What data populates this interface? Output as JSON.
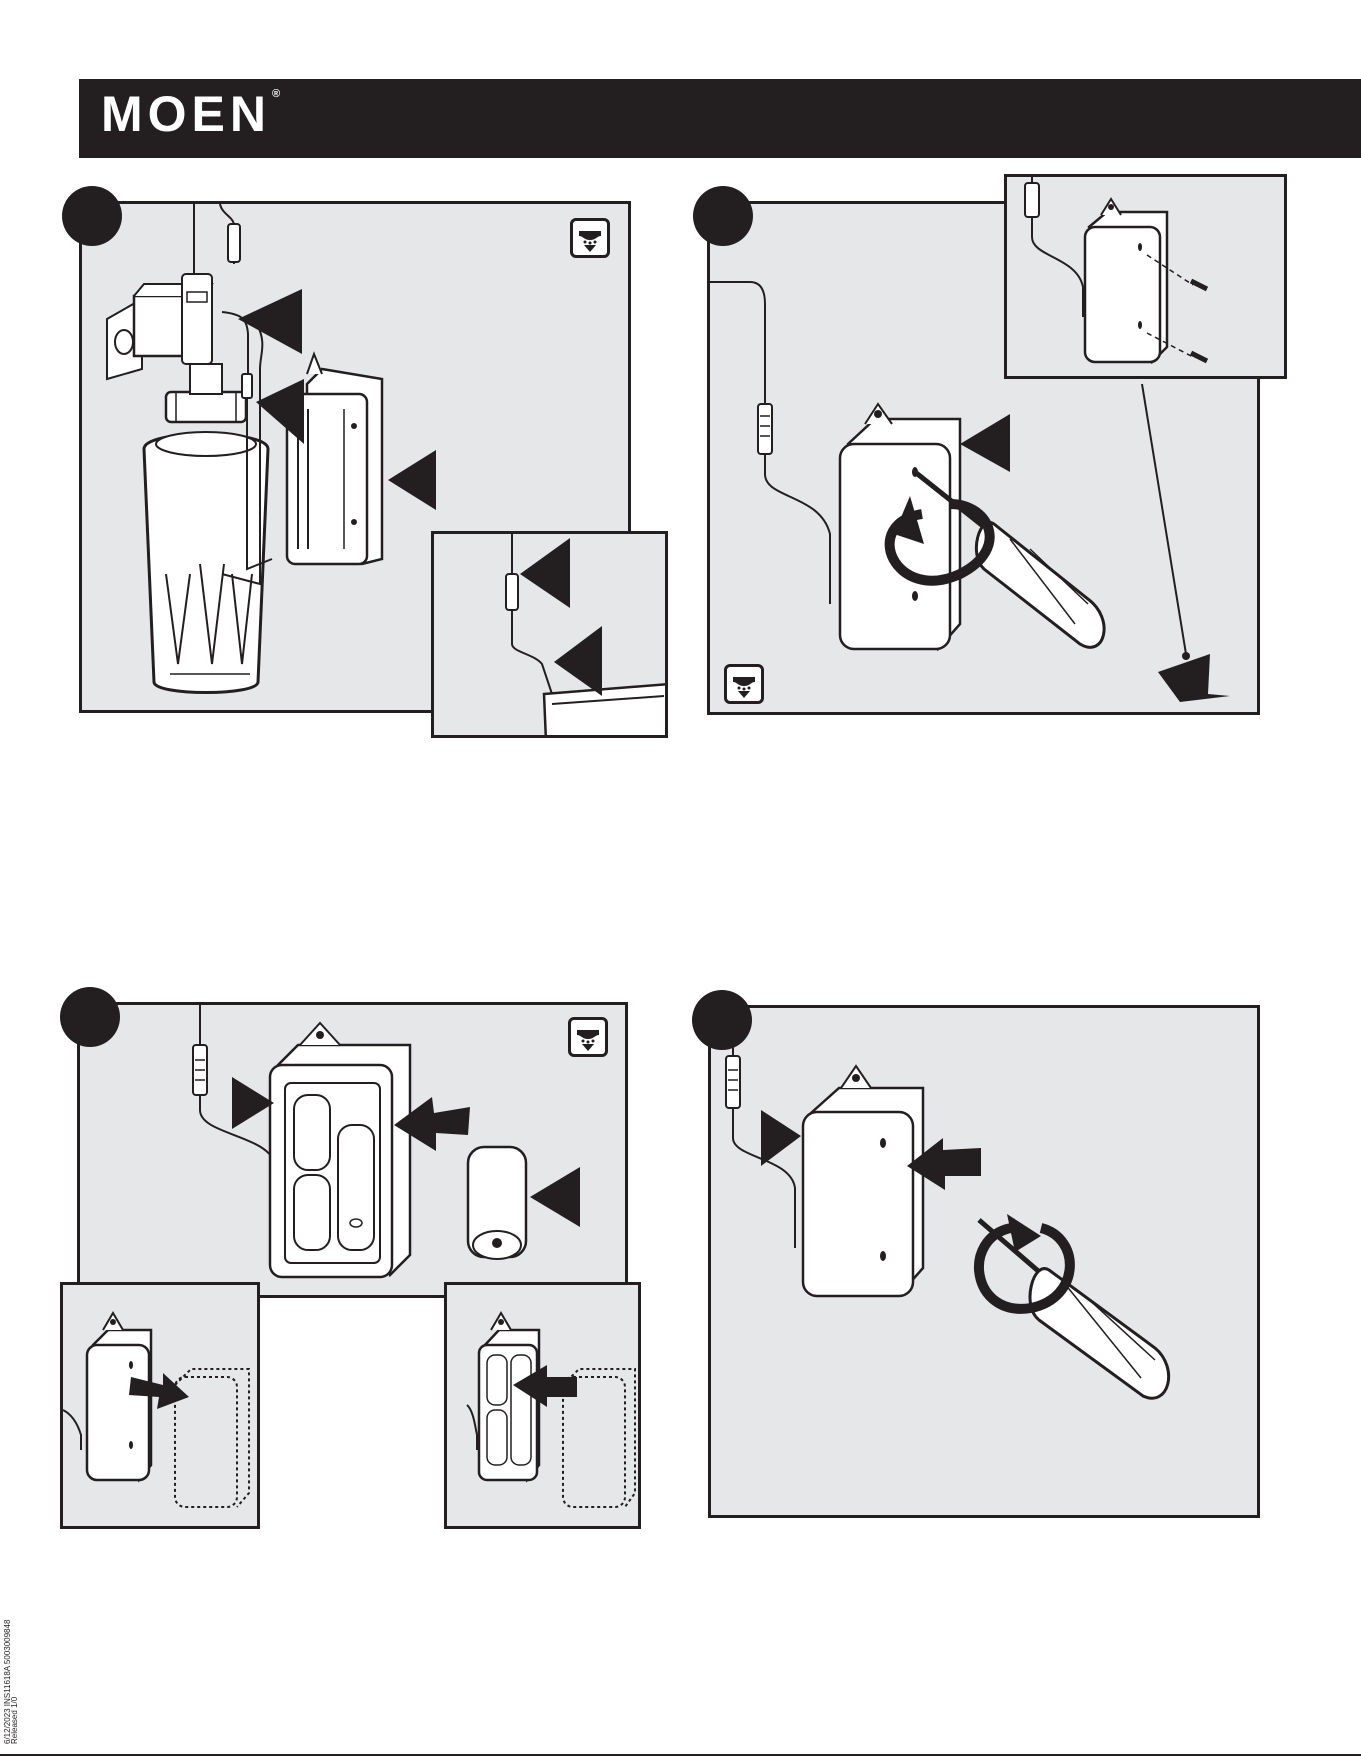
{
  "header": {
    "brand": "MOEN",
    "registered_mark": "®"
  },
  "steps": [
    {
      "id": 1,
      "icon": "battery-power-icon",
      "arrows": 4
    },
    {
      "id": 2,
      "icon": "battery-power-icon",
      "arrows": 1
    },
    {
      "id": 3,
      "icon": "battery-power-icon",
      "arrows": 2
    },
    {
      "id": 4,
      "icon": "",
      "arrows": 1
    }
  ],
  "footer": {
    "doc_code_line1": "6/12/2023  INS11618A  5003009848",
    "doc_code_line2": "Released 1/0"
  },
  "colors": {
    "ink": "#231f20",
    "panel_fill": "#e6e7e8",
    "paper": "#ffffff"
  }
}
